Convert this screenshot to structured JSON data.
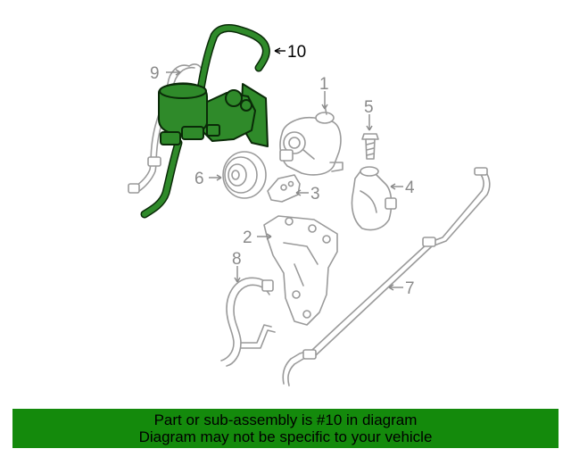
{
  "callouts": {
    "c1": "1",
    "c2": "2",
    "c3": "3",
    "c4": "4",
    "c5": "5",
    "c6": "6",
    "c7": "7",
    "c8": "8",
    "c9": "9",
    "c10": "10"
  },
  "highlight_color": "#148a0c",
  "banner": {
    "line1": "Part or sub-assembly is #10 in diagram",
    "line2": "Diagram may not be specific to your vehicle"
  }
}
